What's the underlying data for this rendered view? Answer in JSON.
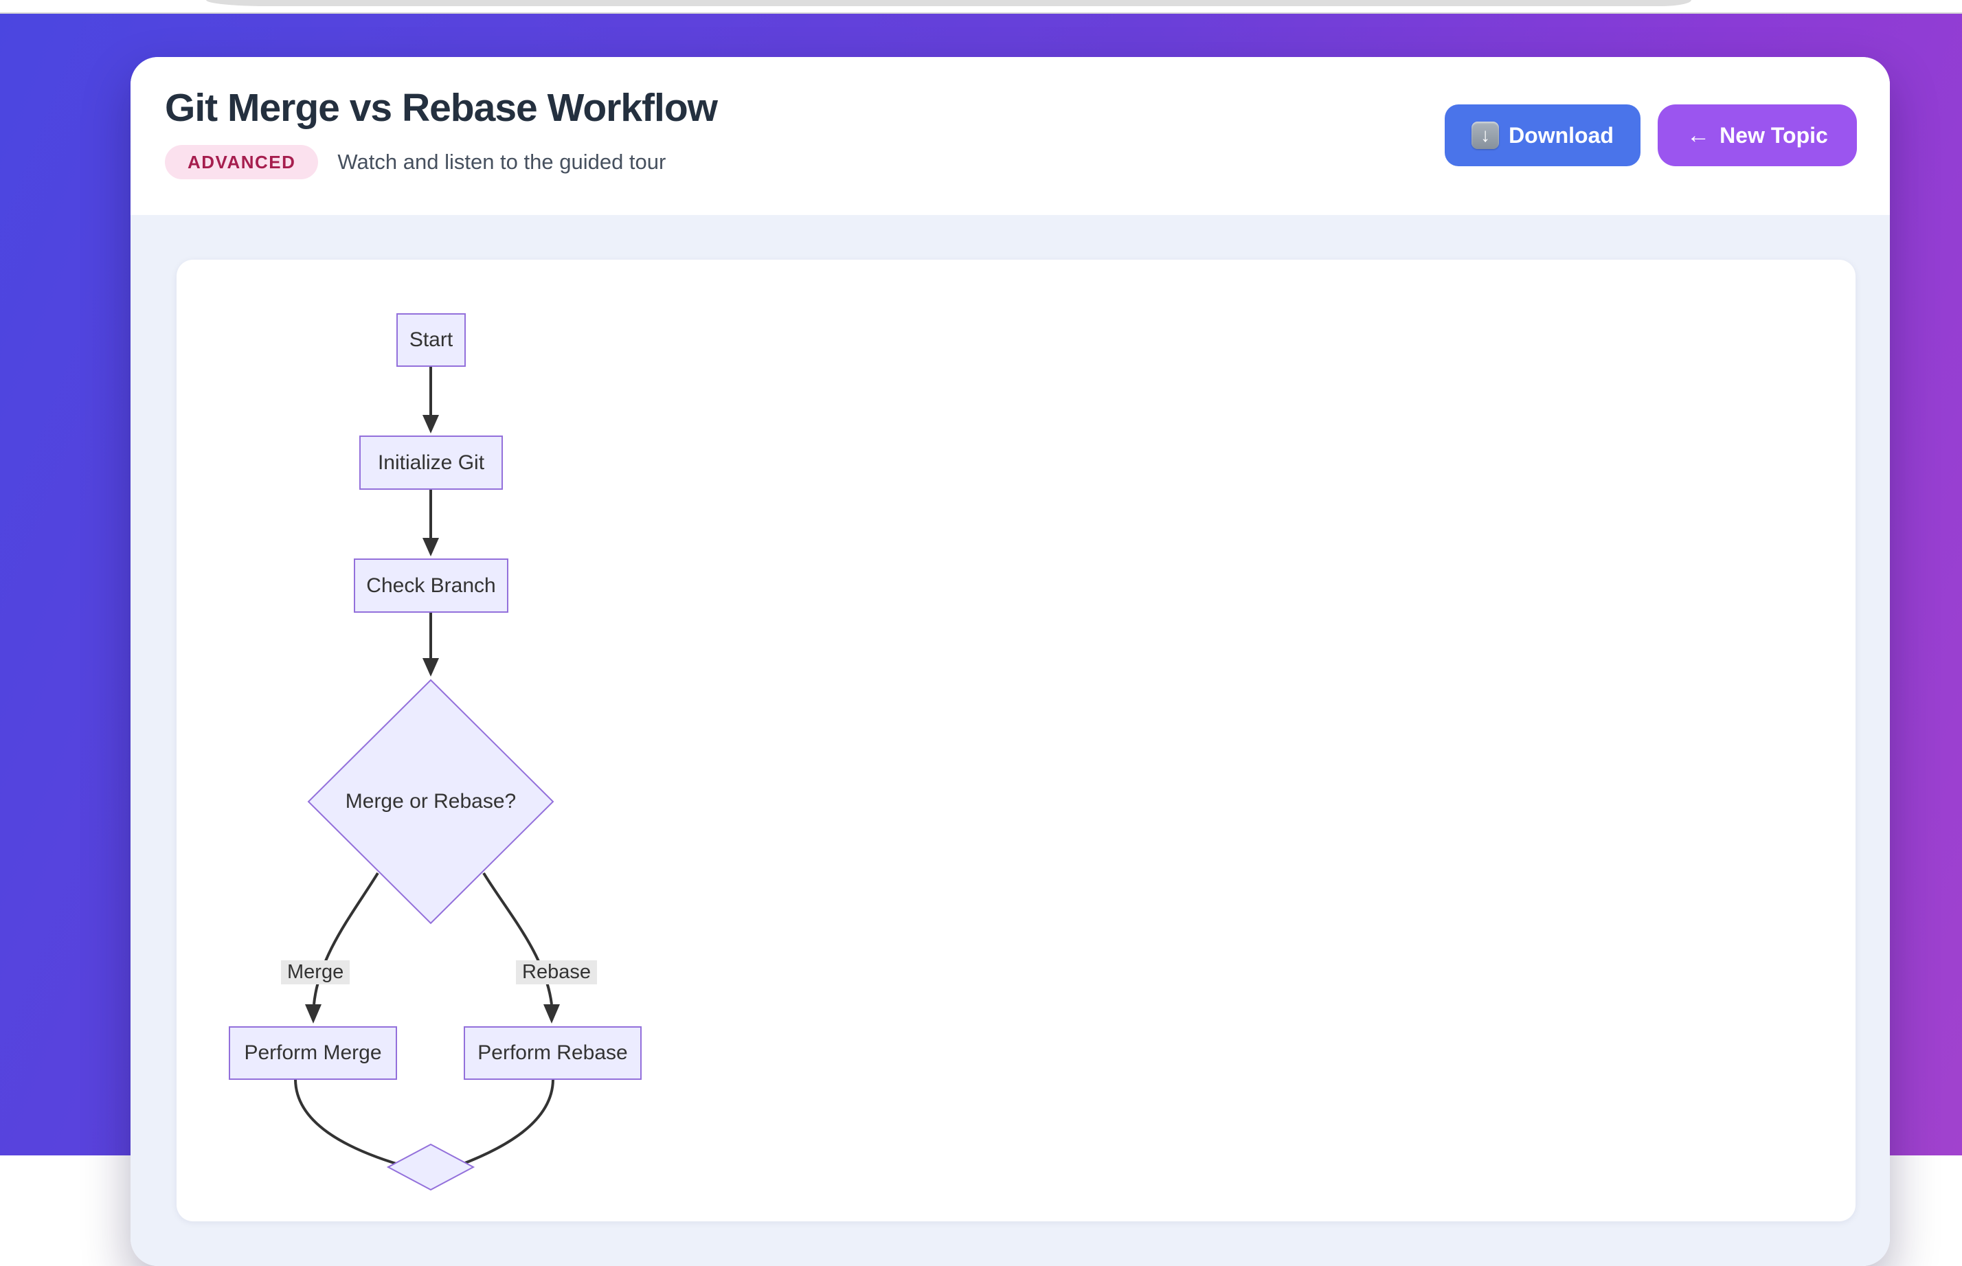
{
  "header": {
    "title": "Git Merge vs Rebase Workflow",
    "badge": "ADVANCED",
    "subtitle": "Watch and listen to the guided tour",
    "download": {
      "icon": "↓",
      "label": "Download"
    },
    "new_topic": {
      "icon": "←",
      "label": "New Topic"
    }
  },
  "diagram": {
    "nodes": {
      "start": "Start",
      "initialize": "Initialize Git",
      "check": "Check Branch",
      "decision": "Merge or Rebase?",
      "perform_merge": "Perform Merge",
      "perform_rebase": "Perform Rebase"
    },
    "edge_labels": {
      "merge": "Merge",
      "rebase": "Rebase"
    }
  },
  "colors": {
    "accent_blue": "#4a74ea",
    "accent_purple": "#9b55ef",
    "badge_bg": "#fbe1ee",
    "badge_text": "#a61e4e",
    "node_fill": "#ececff",
    "node_border": "#9370db",
    "edge_stroke": "#333333",
    "section_bg": "#edf1fa",
    "gradient_start": "#4b46e0",
    "gradient_end": "#a142ce"
  }
}
